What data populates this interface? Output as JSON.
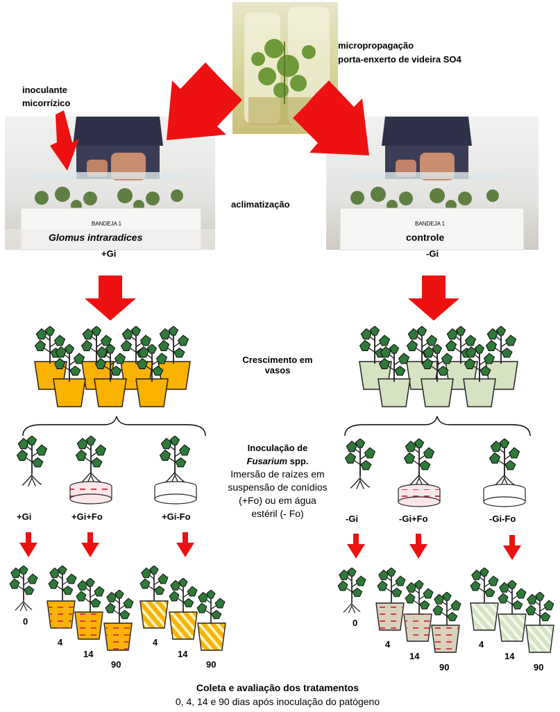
{
  "top": {
    "micro_line1": "micropropagação",
    "micro_line2": "porta-enxerto de videira SO4",
    "inoculant_line1": "inoculante",
    "inoculant_line2": "micorrízico",
    "acclimatization": "aclimatização",
    "left_tray_label": "Glomus intraradices",
    "right_tray_label": "controle",
    "left_treatment": "+Gi",
    "right_treatment": "-Gi",
    "tray_tag": "BANDEJA 1"
  },
  "growth": {
    "line1": "Crescimento em",
    "line2": "vasos"
  },
  "inoculation": {
    "title_line1": "Inoculação de",
    "title_italic": "Fusarium",
    "title_suffix": " spp.",
    "desc_line1": "Imersão de raízes em",
    "desc_line2": "suspensão de conídios",
    "desc_line3": "(+Fo) ou em água",
    "desc_line4": "estéril (- Fo)"
  },
  "left_groups": [
    "+Gi",
    "+Gi+Fo",
    "+Gi-Fo"
  ],
  "right_groups": [
    "-Gi",
    "-Gi+Fo",
    "-Gi-Fo"
  ],
  "days": {
    "d0": "0",
    "d4": "4",
    "d14": "14",
    "d90": "90"
  },
  "footer": {
    "title": "Coleta e avaliação dos tratamentos",
    "subtitle": "0, 4, 14 e 90 dias  após inoculação do patógeno"
  },
  "colors": {
    "arrow": "#ee1111",
    "pot_gi": "#f9b200",
    "pot_control": "#d5e3c3",
    "leaf": "#2f7a3a",
    "dash": "#d23a4a"
  }
}
